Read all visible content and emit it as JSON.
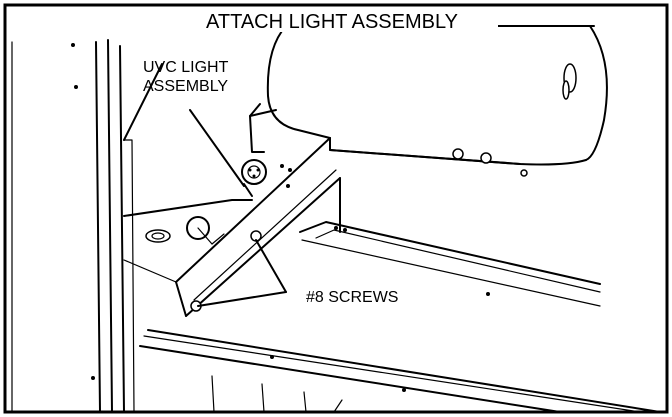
{
  "diagram": {
    "title": "ATTACH LIGHT ASSEMBLY",
    "callouts": {
      "uvc_label_line1": "UVC LIGHT",
      "uvc_label_line2": "ASSEMBLY",
      "screws_label": "#8 SCREWS"
    }
  },
  "colors": {
    "ink": "#000000",
    "paper": "#ffffff"
  }
}
